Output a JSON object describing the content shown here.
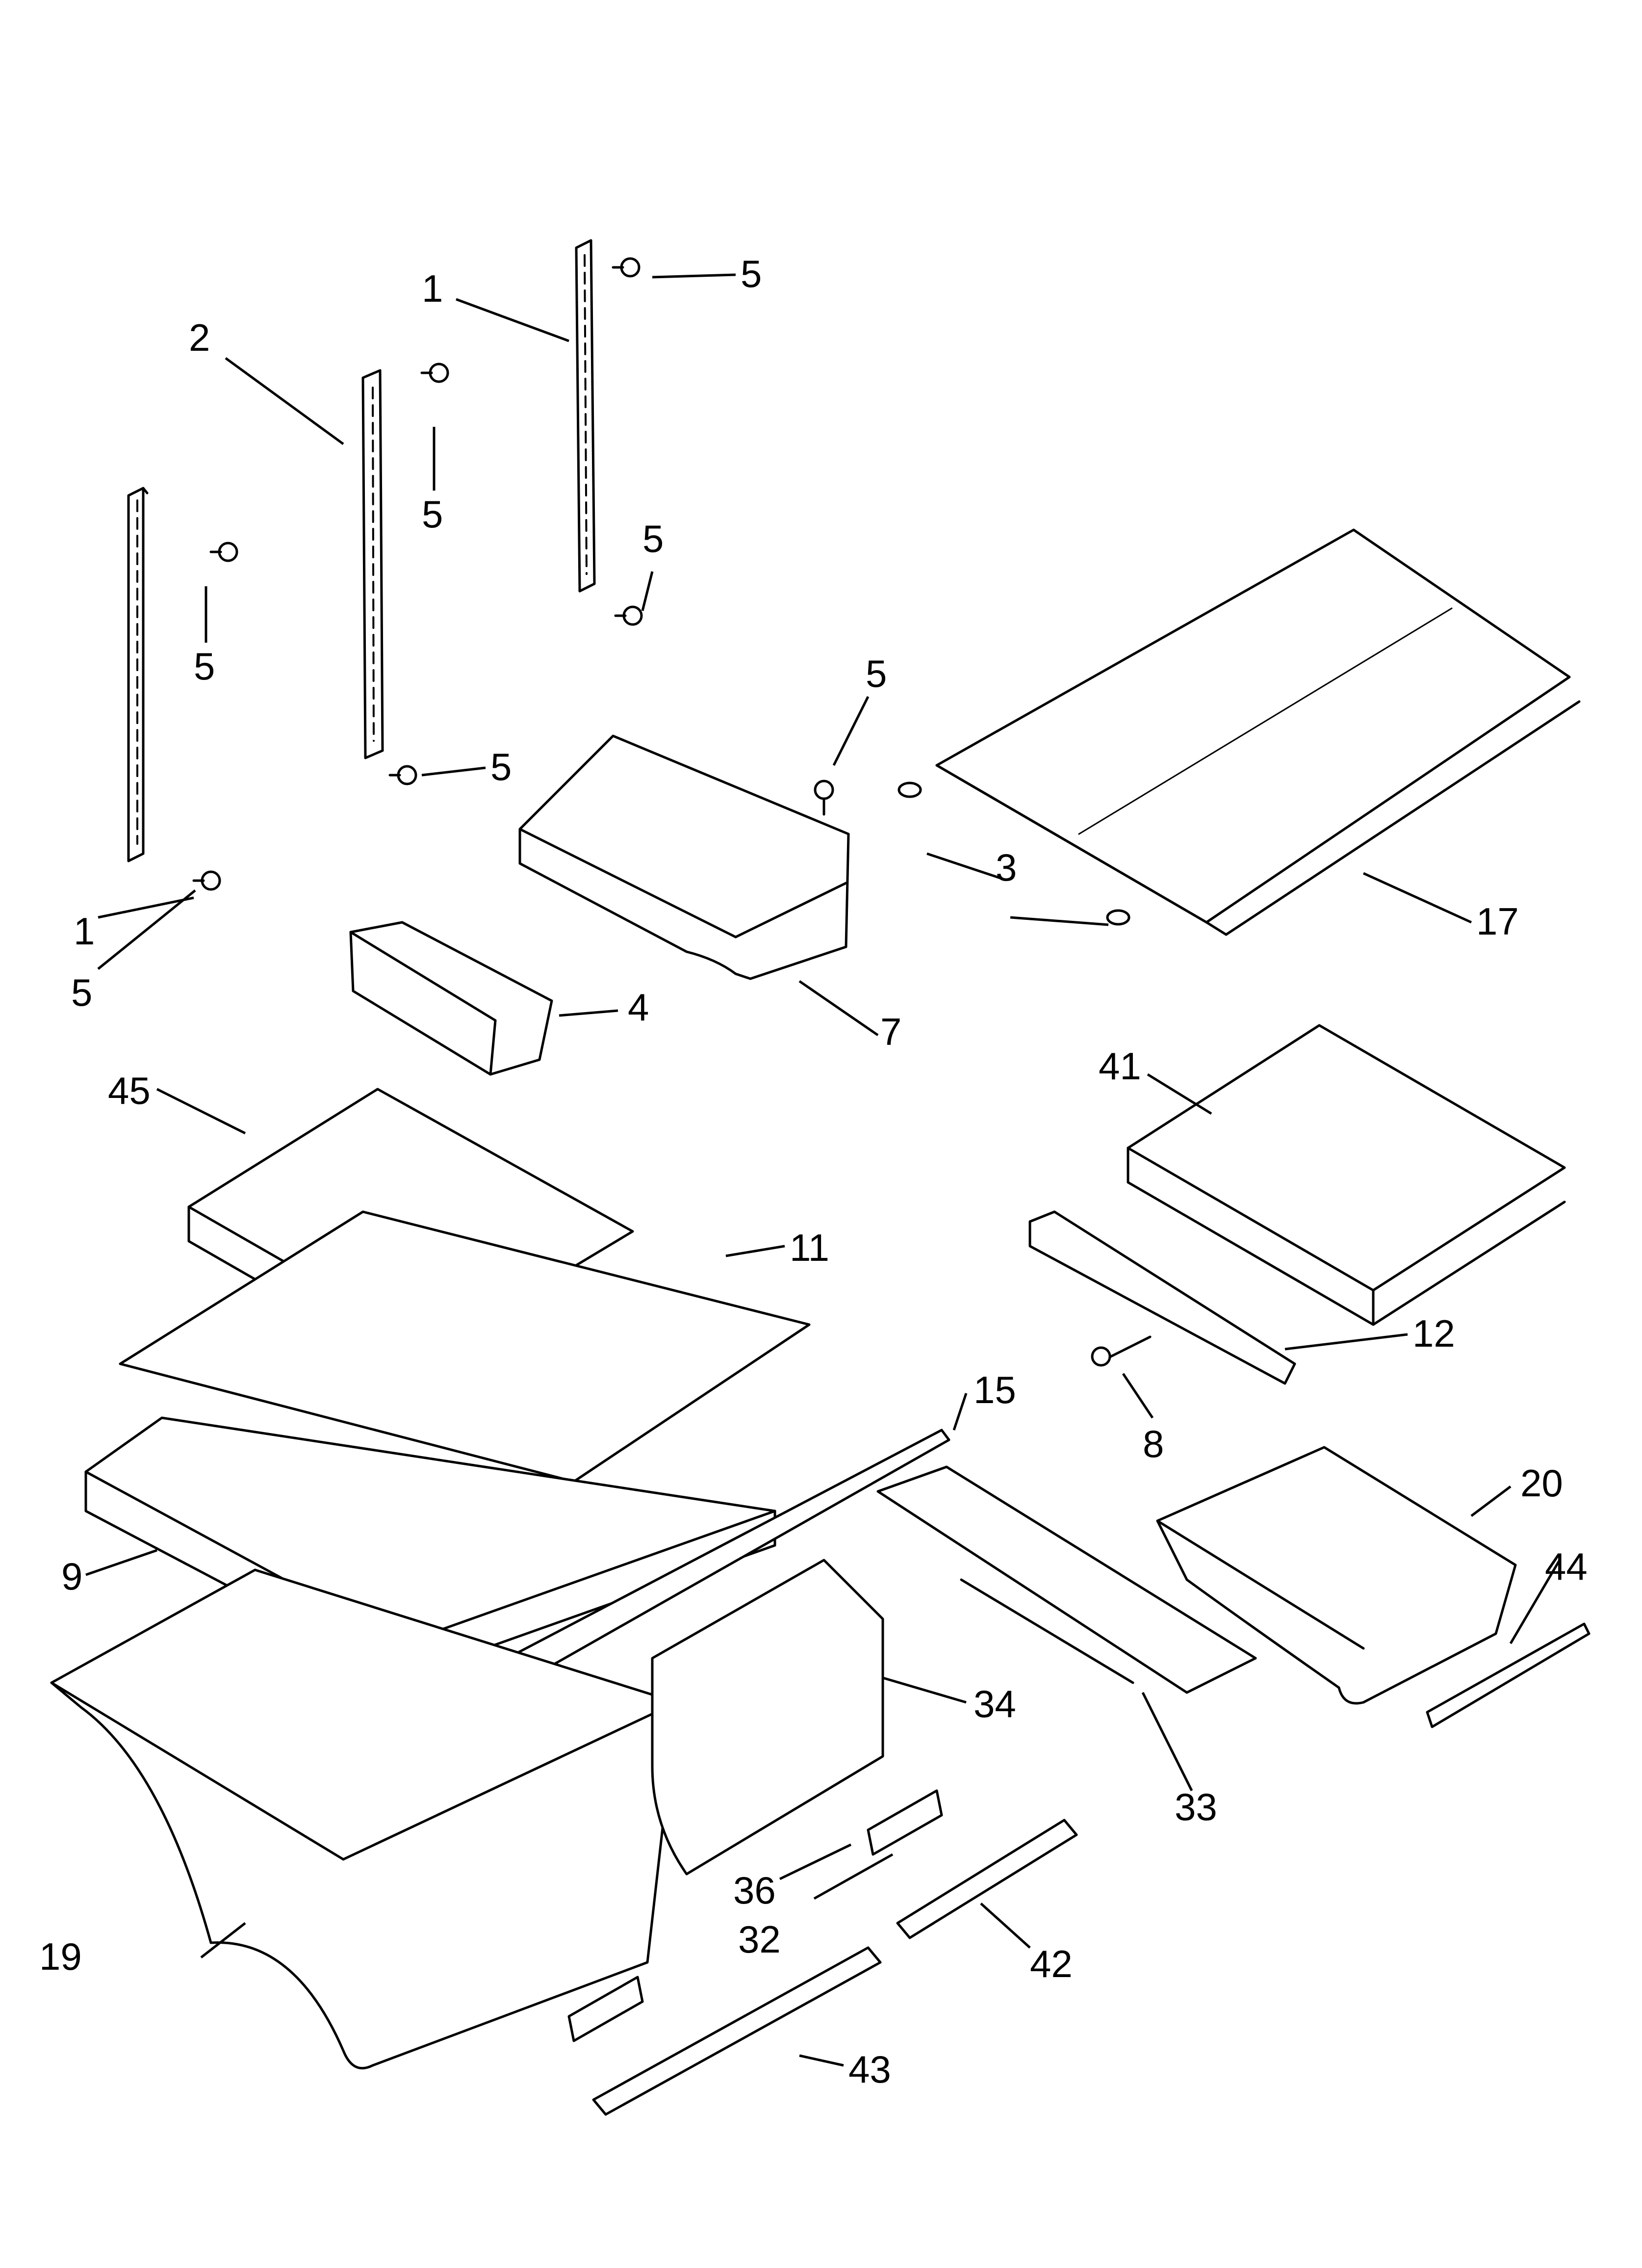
{
  "title": "",
  "callouts": [
    {
      "id": "c1a",
      "label": "1"
    },
    {
      "id": "c1b",
      "label": "1"
    },
    {
      "id": "c2",
      "label": "2"
    },
    {
      "id": "c3",
      "label": "3"
    },
    {
      "id": "c4",
      "label": "4"
    },
    {
      "id": "c5a",
      "label": "5"
    },
    {
      "id": "c5b",
      "label": "5"
    },
    {
      "id": "c5c",
      "label": "5"
    },
    {
      "id": "c5d",
      "label": "5"
    },
    {
      "id": "c5e",
      "label": "5"
    },
    {
      "id": "c5f",
      "label": "5"
    },
    {
      "id": "c5g",
      "label": "5"
    },
    {
      "id": "c7",
      "label": "7"
    },
    {
      "id": "c8",
      "label": "8"
    },
    {
      "id": "c9",
      "label": "9"
    },
    {
      "id": "c11",
      "label": "11"
    },
    {
      "id": "c12",
      "label": "12"
    },
    {
      "id": "c15",
      "label": "15"
    },
    {
      "id": "c17",
      "label": "17"
    },
    {
      "id": "c19",
      "label": "19"
    },
    {
      "id": "c20",
      "label": "20"
    },
    {
      "id": "c32",
      "label": "32"
    },
    {
      "id": "c33",
      "label": "33"
    },
    {
      "id": "c34",
      "label": "34"
    },
    {
      "id": "c36",
      "label": "36"
    },
    {
      "id": "c41",
      "label": "41"
    },
    {
      "id": "c42",
      "label": "42"
    },
    {
      "id": "c43",
      "label": "43"
    },
    {
      "id": "c44",
      "label": "44"
    },
    {
      "id": "c45",
      "label": "45"
    }
  ]
}
